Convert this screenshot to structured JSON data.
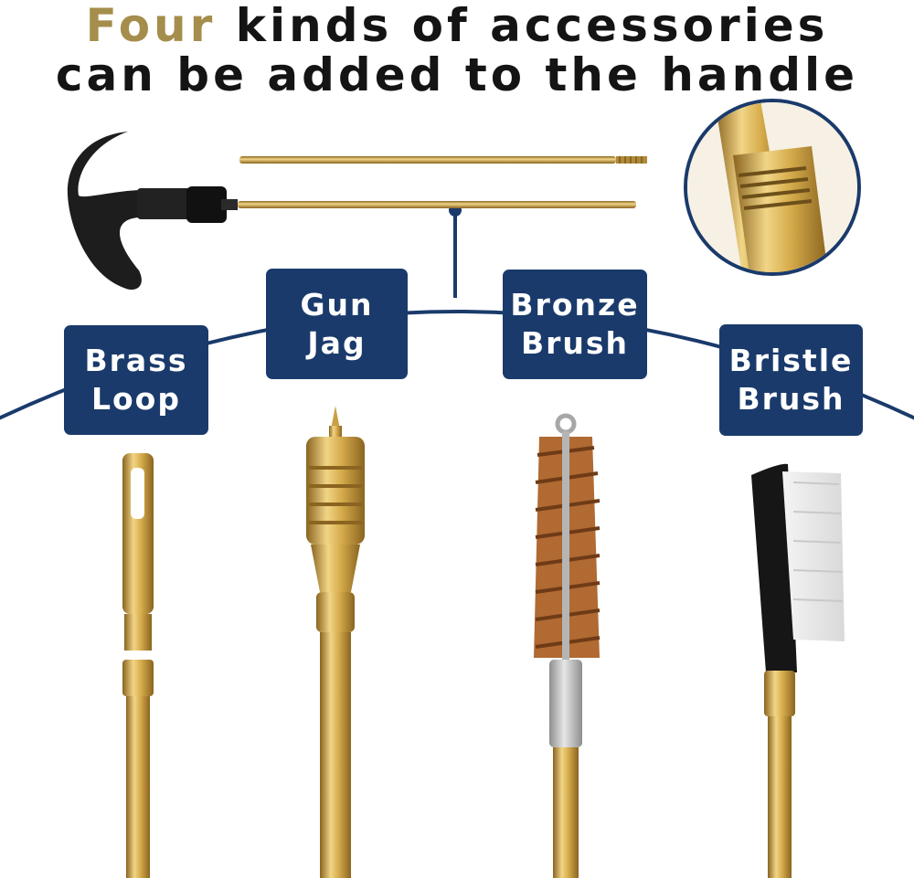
{
  "headline": {
    "line1_accent": "Four",
    "line1_rest": " kinds of accessories",
    "line2": "can be added to the handle"
  },
  "labels": {
    "brass_loop": "Brass\nLoop",
    "gun_jag": "Gun\nJag",
    "bronze_brush": "Bronze\nBrush",
    "bristle_brush": "Bristle\nBrush"
  },
  "colors": {
    "accent_gold": "#a58d4c",
    "label_navy": "#1a3a6b",
    "brass": "#c9a24a",
    "bronze": "#b06a32"
  }
}
